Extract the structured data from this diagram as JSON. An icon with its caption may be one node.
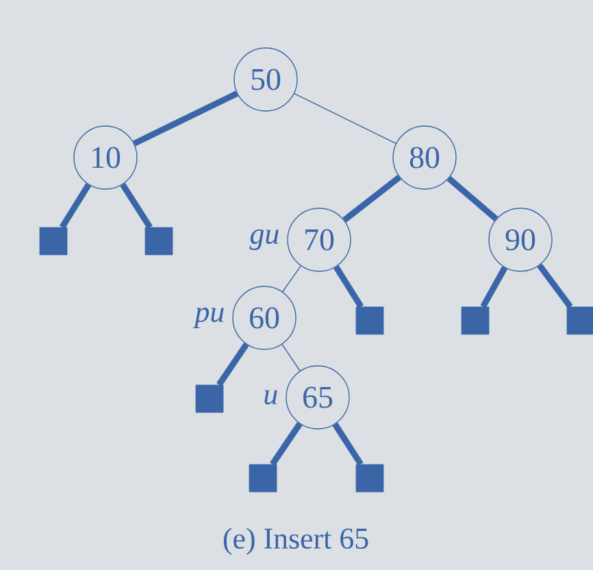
{
  "diagram": {
    "caption": "(e) Insert 65",
    "nodes": [
      {
        "text": [
          "50"
        ]
      },
      {
        "text": [
          "10"
        ]
      },
      {
        "text": [
          "80"
        ]
      },
      {
        "text": [],
        "shape": "box"
      },
      {
        "text": [],
        "shape": "box"
      },
      {
        "text": [
          "70"
        ],
        "beside": [
          "gu"
        ]
      },
      {
        "text": [
          "90"
        ]
      },
      {
        "text": [
          "60"
        ],
        "beside": [
          "pu"
        ]
      },
      {
        "text": [],
        "shape": "box"
      },
      {
        "text": [],
        "shape": "box"
      },
      {
        "text": [],
        "shape": "box"
      },
      {
        "text": [],
        "shape": "box"
      },
      {
        "text": [
          "65"
        ],
        "beside": [
          "u"
        ]
      },
      {
        "text": [],
        "shape": "box"
      },
      {
        "text": [],
        "shape": "box"
      }
    ],
    "edges": [
      {
        "from": 0,
        "to": 1,
        "arrow": "none"
      },
      {
        "from": 0,
        "to": 2,
        "arrow": "none"
      },
      {
        "from": 1,
        "to": 3,
        "arrow": "none"
      },
      {
        "from": 1,
        "to": 4,
        "arrow": "none"
      },
      {
        "from": 2,
        "to": 5,
        "arrow": "none"
      },
      {
        "from": 2,
        "to": 6,
        "arrow": "none"
      },
      {
        "from": 5,
        "to": 7,
        "arrow": "none"
      },
      {
        "from": 5,
        "to": 8,
        "arrow": "none"
      },
      {
        "from": 6,
        "to": 9,
        "arrow": "none"
      },
      {
        "from": 6,
        "to": 10,
        "arrow": "none"
      },
      {
        "from": 7,
        "to": 11,
        "arrow": "none"
      },
      {
        "from": 7,
        "to": 12,
        "arrow": "none"
      },
      {
        "from": 12,
        "to": 13,
        "arrow": "none"
      },
      {
        "from": 12,
        "to": 14,
        "arrow": "none"
      }
    ]
  }
}
